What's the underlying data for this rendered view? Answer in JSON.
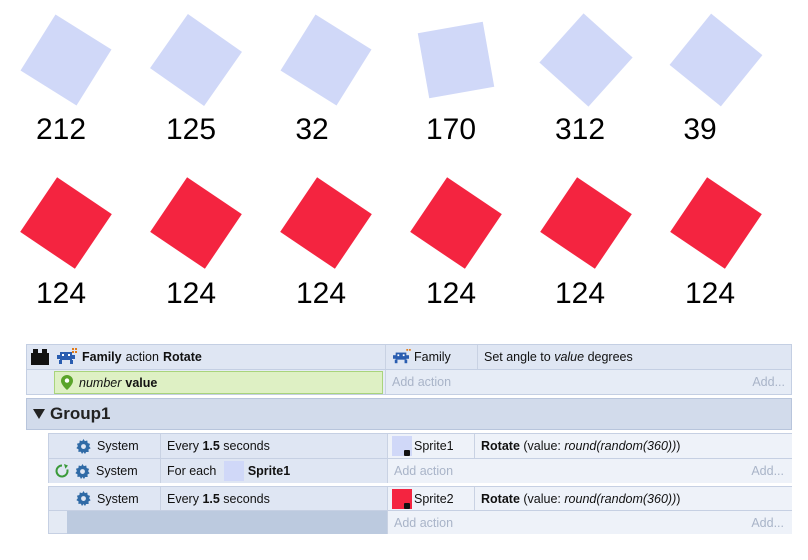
{
  "top_squares": {
    "blue": [
      {
        "label": "212"
      },
      {
        "label": "125"
      },
      {
        "label": "32"
      },
      {
        "label": "170"
      },
      {
        "label": "312"
      },
      {
        "label": "39"
      }
    ],
    "red": [
      {
        "label": "124"
      },
      {
        "label": "124"
      },
      {
        "label": "124"
      },
      {
        "label": "124"
      },
      {
        "label": "124"
      },
      {
        "label": "124"
      }
    ],
    "colors": {
      "blue": "#d0d8f8",
      "red": "#f42440"
    }
  },
  "function_block": {
    "object_label": "Family",
    "action_word": "action",
    "name": "Rotate",
    "param_type": "number",
    "param_name": "value",
    "action_object": "Family",
    "action_text_pre": "Set angle to ",
    "action_text_var": "value",
    "action_text_post": " degrees",
    "add_action": "Add action",
    "add_more": "Add..."
  },
  "group": {
    "title": "Group1"
  },
  "event1": {
    "cond1_object": "System",
    "cond1_pre": "Every ",
    "cond1_num": "1.5",
    "cond1_post": " seconds",
    "cond2_object": "System",
    "cond2_pre": "For each ",
    "cond2_target": "Sprite1",
    "action_object": "Sprite1",
    "action_name": "Rotate",
    "action_args_pre": " (value: ",
    "action_args_expr": "round(random(360))",
    "action_args_post": ")",
    "add_action": "Add action",
    "add_more": "Add..."
  },
  "event2": {
    "cond_object": "System",
    "cond_pre": "Every ",
    "cond_num": "1.5",
    "cond_post": " seconds",
    "action_object": "Sprite2",
    "action_name": "Rotate",
    "action_args_pre": " (value: ",
    "action_args_expr": "round(random(360))",
    "action_args_post": ")",
    "add_action": "Add action",
    "add_more": "Add..."
  },
  "icons": {
    "function": "puzzle-block-icon",
    "family": "space-invader-icon",
    "param": "location-pin-icon",
    "group_toggle": "triangle-down-icon",
    "system": "gear-icon",
    "loop": "loop-arrow-icon"
  }
}
